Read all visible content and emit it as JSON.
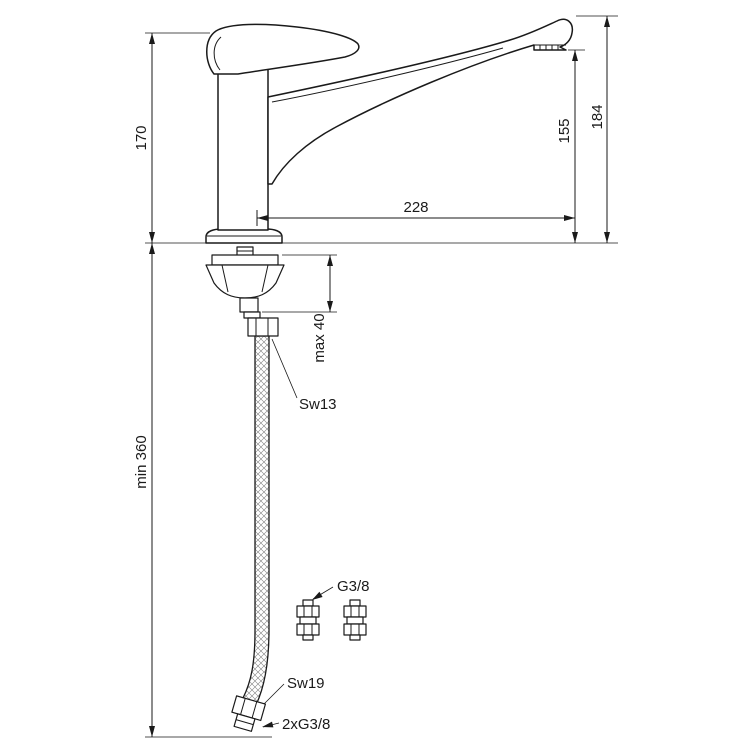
{
  "drawing": {
    "type": "faucet installation dimension drawing",
    "colors": {
      "line": "#1a1a1a",
      "background": "#ffffff"
    }
  },
  "labels": {
    "height": "170",
    "min_hose_length": "min 360",
    "total_height": "184",
    "outlet_height": "155",
    "spout_reach": "228",
    "max_mounting": "max 40",
    "hose_nut_wrench": "Sw13",
    "fitting_thread": "G3/8",
    "bottom_nut_wrench": "Sw19",
    "hose_connection": "2xG3/8"
  }
}
